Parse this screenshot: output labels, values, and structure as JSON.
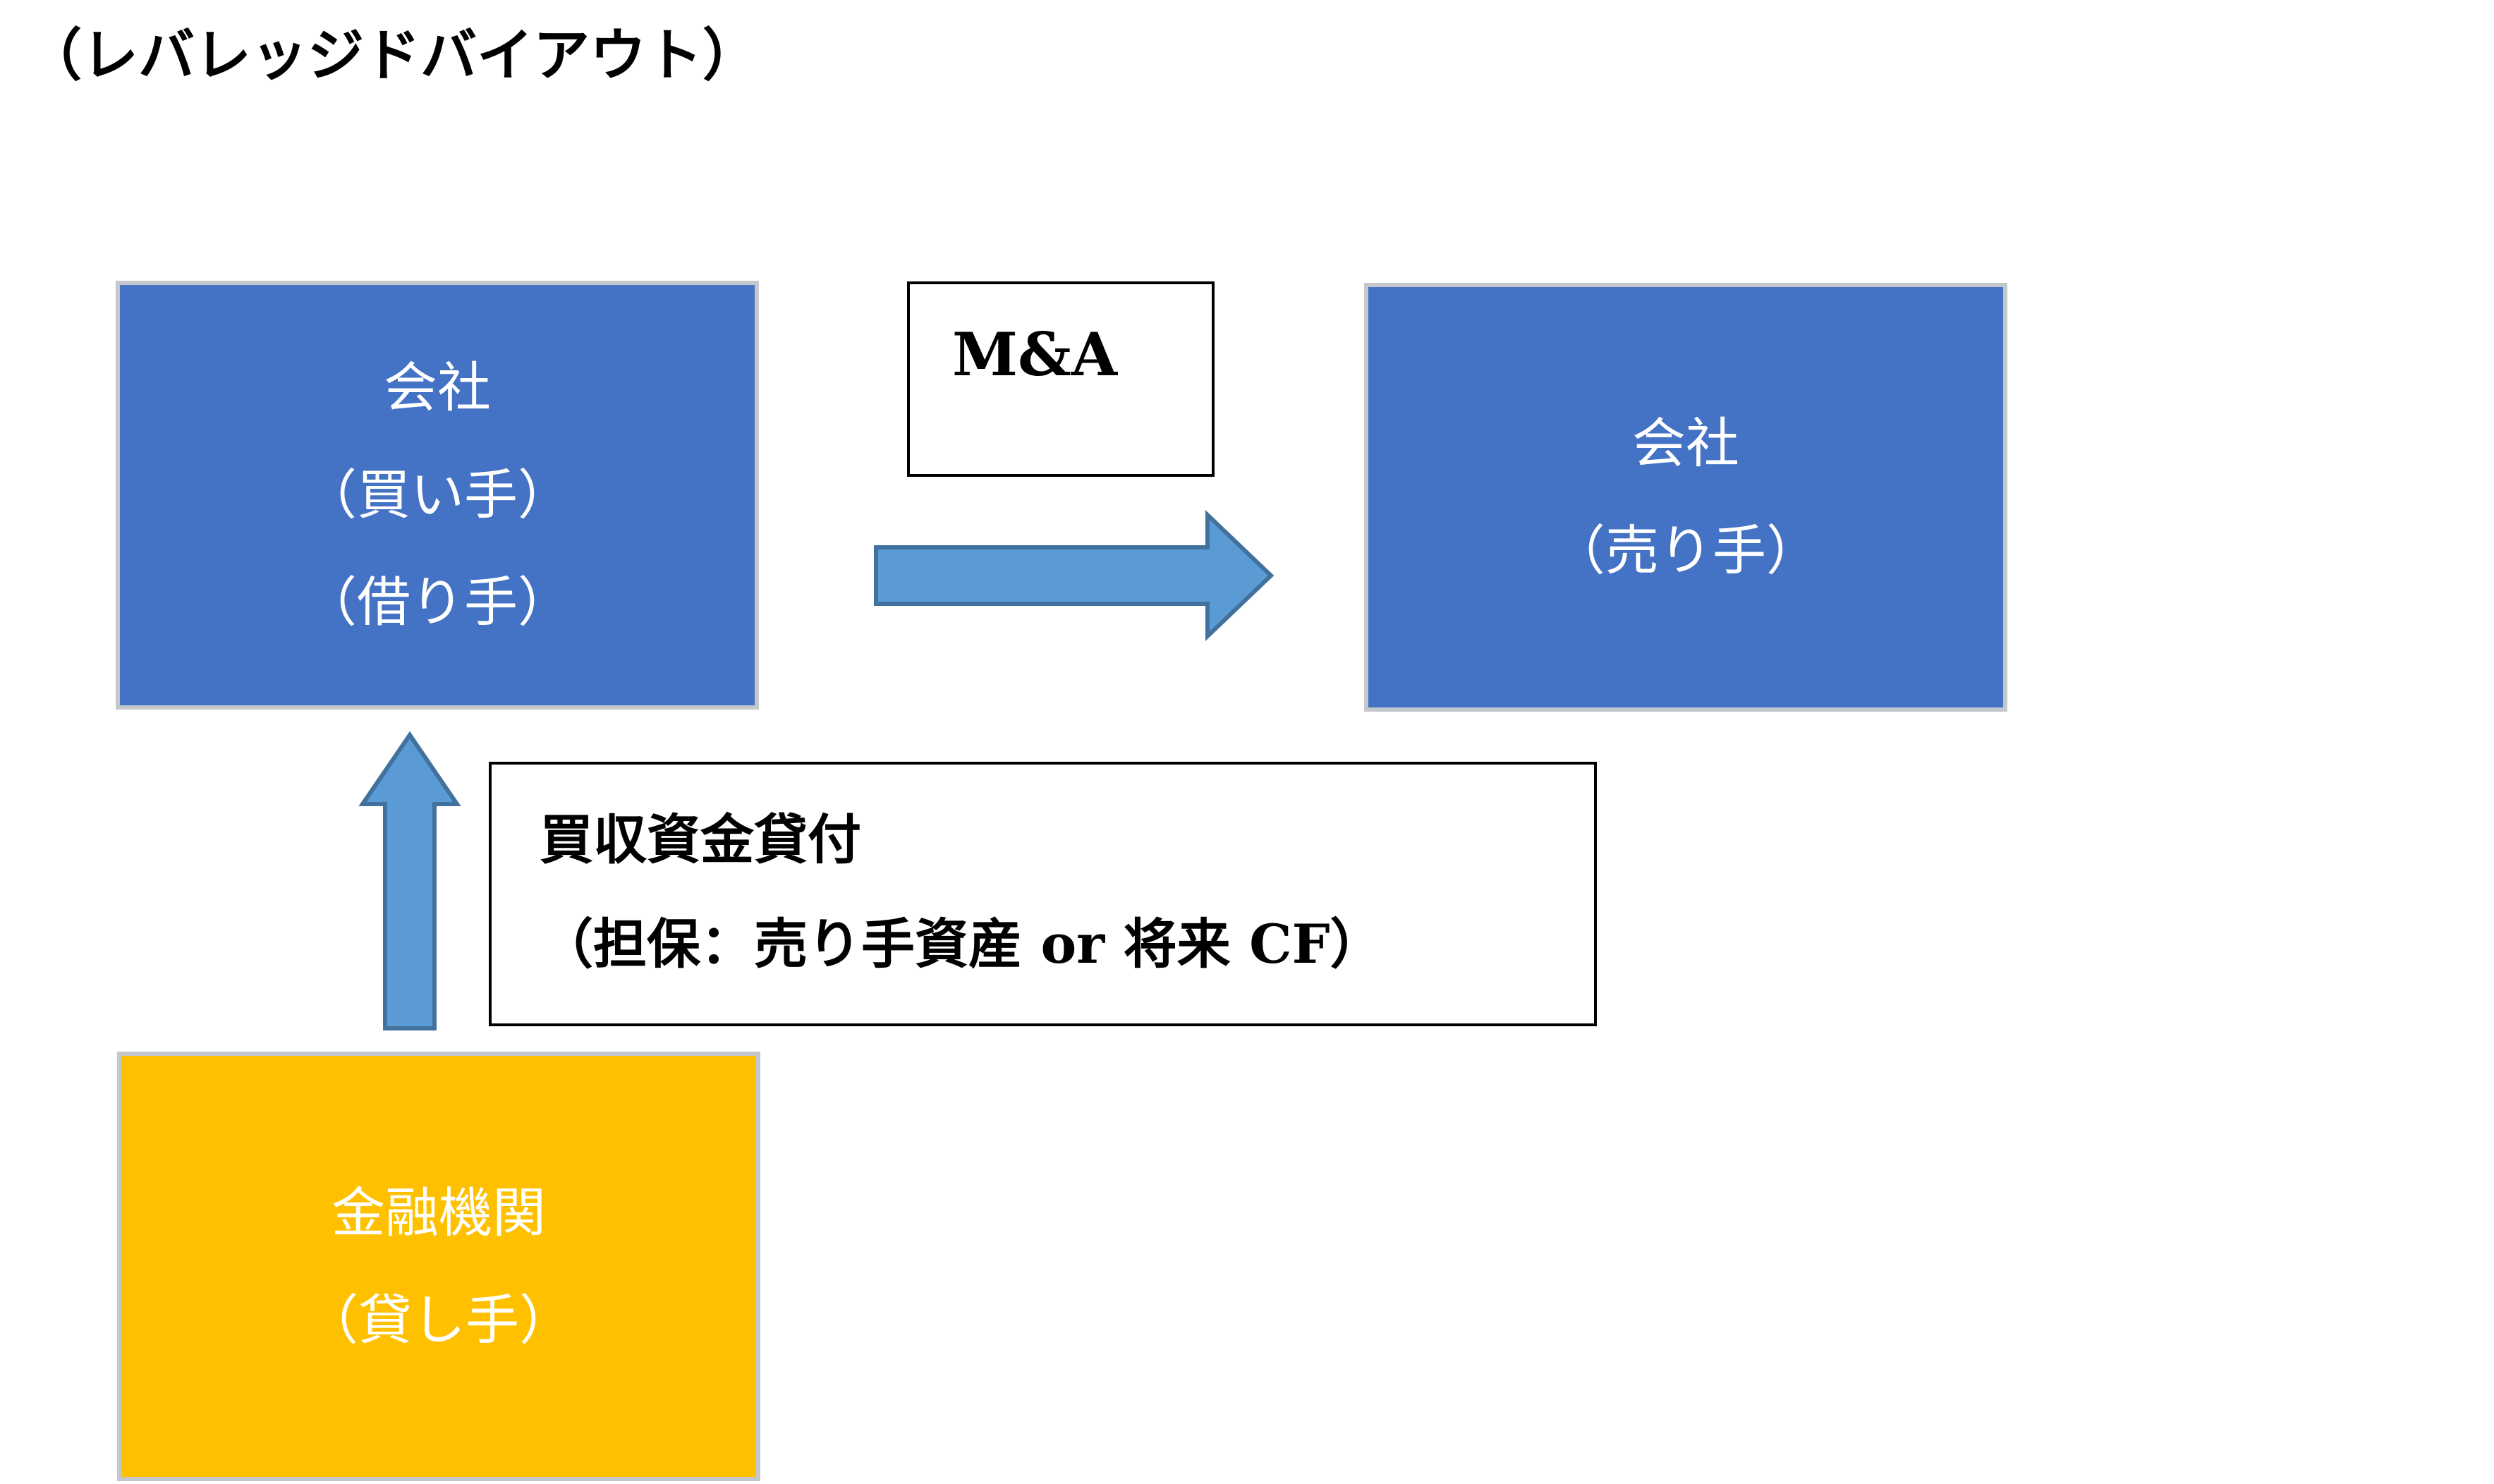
{
  "title": "（レバレッジドバイアウト）",
  "buyer": {
    "name": "会社",
    "role1": "（買い手）",
    "role2": "（借り手）"
  },
  "seller": {
    "name": "会社",
    "role1": "（売り手）"
  },
  "lender": {
    "name": "金融機関",
    "role1": "（貸し手）"
  },
  "ma_label": "M&A",
  "loan": {
    "line1": "買収資金貸付",
    "line2": "（担保：売り手資産 or 将来 CF）"
  },
  "colors": {
    "company_box": "#4472c4",
    "lender_box": "#ffc000",
    "arrow_fill": "#5b9bd5",
    "arrow_stroke": "#41719c"
  }
}
